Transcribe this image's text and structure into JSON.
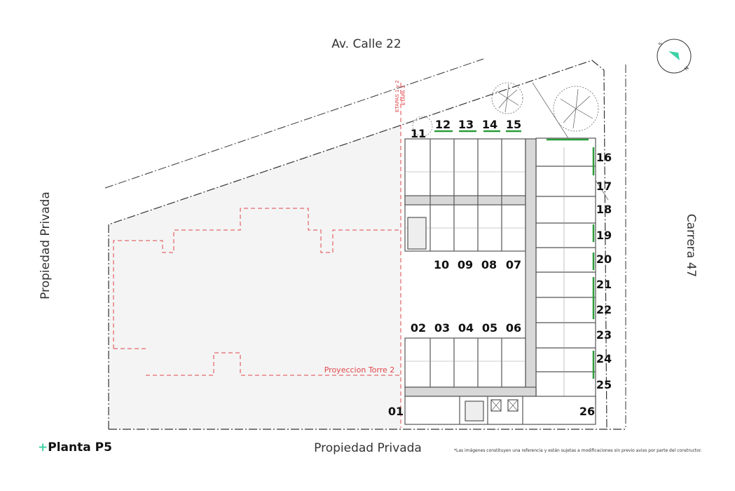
{
  "title": {
    "plus": "+",
    "text": "Planta P5"
  },
  "disclaimer": "*Las imágenes constituyen una referencia y están sujetas a modificaciones sin previo aviso por parte del constructor.",
  "streets": {
    "top": "Av. Calle 22",
    "left": "Propiedad Privada",
    "right": "Carrera 47",
    "bottom": "Propiedad Privada"
  },
  "annotations": {
    "projection": "Proyeccion Torre 2",
    "stage_a": "ETAPAS 1 y 2",
    "stage_b": "ETAPA 3"
  },
  "compass": {
    "north": "N",
    "south": "S",
    "accent": "#3fd1a8"
  },
  "colors": {
    "accent": "#3fd1a8",
    "projection": "#e0464a",
    "planter": "#2a9d3a"
  },
  "units": {
    "u01": "01",
    "u02": "02",
    "u03": "03",
    "u04": "04",
    "u05": "05",
    "u06": "06",
    "u07": "07",
    "u08": "08",
    "u09": "09",
    "u10": "10",
    "u11": "11",
    "u12": "12",
    "u13": "13",
    "u14": "14",
    "u15": "15",
    "u16": "16",
    "u17": "17",
    "u18": "18",
    "u19": "19",
    "u20": "20",
    "u21": "21",
    "u22": "22",
    "u23": "23",
    "u24": "24",
    "u25": "25",
    "u26": "26"
  }
}
